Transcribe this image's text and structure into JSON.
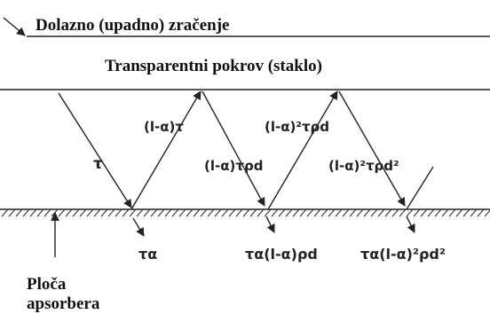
{
  "labels": {
    "incoming": "Dolazno (upadno) zračenje",
    "cover": "Transparentni pokrov (staklo)",
    "plate_line1": "Ploča",
    "plate_line2": "apsorbera"
  },
  "terms": {
    "tau": "τ",
    "one_minus_alpha_tau": "(l-α)τ",
    "one_minus_alpha_sq_tau_rho": "(l-α)²τρd",
    "one_minus_alpha_tau_rho": "(l-α)τρd",
    "one_minus_alpha_sq_tau_rho_sq": "(l-α)²τρd²",
    "tau_alpha": "τα",
    "tau_alpha_1": "τα(l-α)ρd",
    "tau_alpha_2": "τα(l-α)²ρd²"
  }
}
